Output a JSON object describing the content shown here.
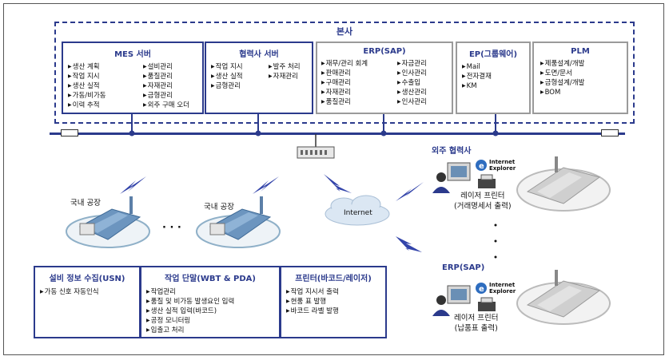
{
  "hq": {
    "title": "본사"
  },
  "systems": {
    "mes": {
      "title": "MES 서버",
      "col1": [
        "생산 계획",
        "작업 지시",
        "생산 실적",
        "가동/비가동",
        "이력 추적"
      ],
      "col2": [
        "설비관리",
        "품질관리",
        "자재관리",
        "금형관리",
        "외주 구매 오더"
      ]
    },
    "partner_server": {
      "title": "협력사 서버",
      "col1": [
        "작업 지시",
        "생산 실적",
        "금형관리"
      ],
      "col2": [
        "발주 처리",
        "자재관리"
      ]
    },
    "erp": {
      "title": "ERP(SAP)",
      "col1": [
        "재무/관리 회계",
        "판매관리",
        "구매관리",
        "자재관리",
        "품질관리"
      ],
      "col2": [
        "자금관리",
        "인사관리",
        "수출입",
        "생산관리",
        "인사관리"
      ]
    },
    "ep": {
      "title": "EP(그룹웨어)",
      "items": [
        "Mail",
        "전자결재",
        "KM"
      ]
    },
    "plm": {
      "title": "PLM",
      "items": [
        "제품설계/개발",
        "도면/문서",
        "금형설계/개발",
        "BOM"
      ]
    }
  },
  "labels": {
    "outsource": "외주 협력사",
    "factory1": "국내 공장",
    "factory2": "국내 공장",
    "dots": "· · ·",
    "internet": "Internet",
    "laser1_line1": "레이저 프린터",
    "laser1_line2": "(거래명세서 출력)",
    "erp_sap": "ERP(SAP)",
    "laser2_line1": "레이저 프린터",
    "laser2_line2": "(납품표 출력)",
    "ie1_line1": "Internet",
    "ie1_line2": "Explorer",
    "ie2_line1": "Internet",
    "ie2_line2": "Explorer"
  },
  "bottom": {
    "usn": {
      "title": "설비 정보 수집(USN)",
      "items": [
        "가동 신호 자동인식"
      ]
    },
    "terminal": {
      "title": "작업 단말(WBT & PDA)",
      "items": [
        "작업관리",
        "품질 및 비가동 발생요인 입력",
        "생산 실적 입력(바코드)",
        "공정 모니터링",
        "입출고 처리"
      ]
    },
    "printer": {
      "title": "프린터(바코드/레이저)",
      "items": [
        "작업 지시서 출력",
        "현품 표 발행",
        "바코드 라벨 발행"
      ]
    }
  }
}
